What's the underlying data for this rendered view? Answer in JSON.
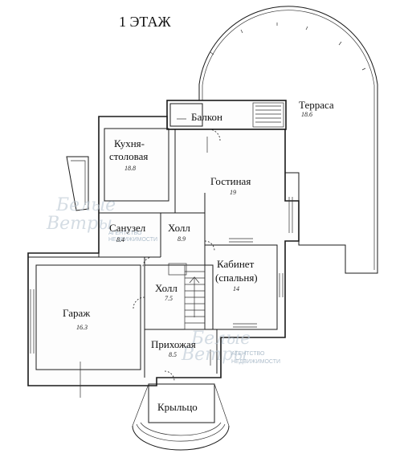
{
  "title": "1 ЭТАЖ",
  "rooms": {
    "balcony": {
      "name": "Балкон"
    },
    "terrace": {
      "name": "Терраса",
      "area": "18.6"
    },
    "kitchen": {
      "name_line1": "Кухня-",
      "name_line2": "столовая",
      "area": "18.8"
    },
    "living": {
      "name": "Гостиная",
      "area": "19"
    },
    "bathroom": {
      "name": "Санузел",
      "area": "8.4"
    },
    "hall_upper": {
      "name": "Холл",
      "area": "8.9"
    },
    "cabinet": {
      "name_line1": "Кабинет",
      "name_line2": "(спальня)",
      "area": "14"
    },
    "hall_lower": {
      "name": "Холл",
      "area": "7.5"
    },
    "garage": {
      "name": "Гараж",
      "area": "16.3"
    },
    "entrance": {
      "name": "Прихожая",
      "area": "8.5"
    },
    "porch": {
      "name": "Крыльцо"
    }
  },
  "watermark": {
    "logo_line1": "Белые",
    "logo_line2": "Ветры",
    "agency_line1": "АГЕНТСТВО",
    "agency_line2": "НЕДВИЖИМОСТИ"
  }
}
